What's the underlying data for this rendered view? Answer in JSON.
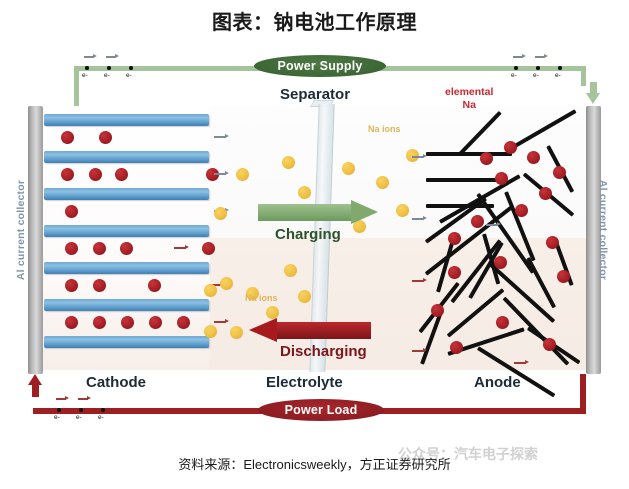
{
  "title": "图表：钠电池工作原理",
  "source": "资料来源：Electronicsweekly，方正证券研究所",
  "watermark": "公众号：汽车电子探索",
  "diagram": {
    "collector_left_label": "Al current collector",
    "collector_right_label": "Al current collector",
    "power_supply_label": "Power Supply",
    "power_load_label": "Power Load",
    "separator_label": "Separator",
    "charging_label": "Charging",
    "discharging_label": "Discharging",
    "elemental_na_label": "elemental\nNa",
    "elemental_na_line1": "elemental",
    "elemental_na_line2": "Na",
    "na_ions_label_top": "Na ions",
    "na_ions_label_bottom": "Na ions",
    "cathode_label": "Cathode",
    "electrolyte_label": "Electrolyte",
    "anode_label": "Anode",
    "electron_label": "e-",
    "colors": {
      "power_supply_green": "#3d6635",
      "power_load_red": "#8e1d22",
      "charging_arrow_green": "#7fa96f",
      "discharging_arrow_red": "#a6191d",
      "cathode_layer_blue": "#5e9dcc",
      "na_ion_yellow": "#efc045",
      "elemental_na_red": "#a81f26",
      "collector_gray": "#b8b8b8",
      "separator_gray": "#e1e8ec",
      "label_dark": "#1d2b36",
      "collector_label_blue": "#7f94a8"
    },
    "cathode_layer_count": 7,
    "electron_marker_groups": 4
  }
}
